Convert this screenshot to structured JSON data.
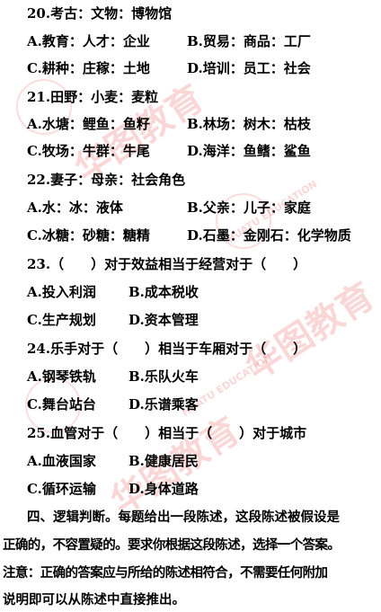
{
  "questions": [
    {
      "stem": "20.考古：文物：博物馆",
      "options": [
        "A.教育：人才：企业",
        "B.贸易：商品：工厂",
        "C.耕种：庄稼：土地",
        "D.培训：员工：社会"
      ]
    },
    {
      "stem": "21.田野：小麦：麦粒",
      "options": [
        "A.水塘：鲤鱼：鱼籽",
        "B.林场：树木：枯枝",
        "C.牧场：牛群：牛尾",
        "D.海洋：鱼鳍：鲨鱼"
      ]
    },
    {
      "stem": "22.妻子：母亲：社会角色",
      "options": [
        "A.水：冰：液体",
        "B.父亲：儿子：家庭",
        "C.冰糖：砂糖：糖精",
        "D.石墨：金刚石：化学物质"
      ]
    },
    {
      "stem": "23.（　　）对于效益相当于经营对于（　　）",
      "options": [
        "A.投入利润",
        "B.成本税收",
        "C.生产规划",
        "D.资本管理"
      ]
    },
    {
      "stem": "24.乐手对于（　　）相当于车厢对于（　　）",
      "options": [
        "A.钢琴铁轨",
        "B.乐队火车",
        "C.舞台站台",
        "D.乐谱乘客"
      ]
    },
    {
      "stem": "25.血管对于（　　）相当于（　　）对于城市",
      "options": [
        "A.血液国家",
        "B.健康居民",
        "C.循环运输",
        "D.身体道路"
      ]
    }
  ],
  "section": {
    "lines": [
      "四、逻辑判断。每题给出一段陈述，这段陈述被假设是",
      "正确的，不容置疑的。要求你根据这段陈述，选择一个答案。",
      "注意：正确的答案应与所给的陈述相符合，不需要任何附加",
      "说明即可以从陈述中直接推出。"
    ]
  },
  "watermark": {
    "brand": "华图教育",
    "english": "HUATU EDUCATION"
  }
}
